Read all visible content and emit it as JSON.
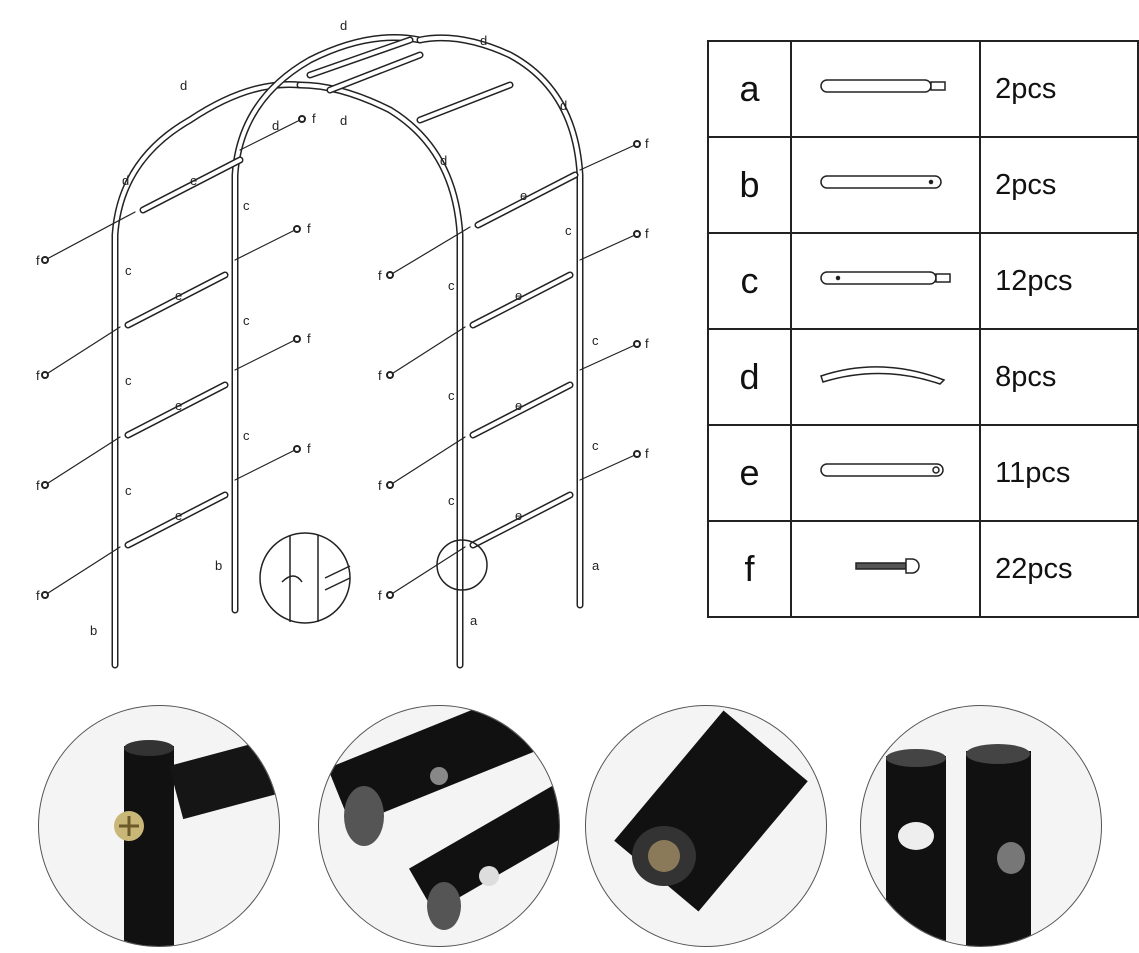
{
  "parts": [
    {
      "letter": "a",
      "qty": "2pcs",
      "icon": "tube-with-peg"
    },
    {
      "letter": "b",
      "qty": "2pcs",
      "icon": "tube-with-hole"
    },
    {
      "letter": "c",
      "qty": "12pcs",
      "icon": "tube-hole-and-peg"
    },
    {
      "letter": "d",
      "qty": "8pcs",
      "icon": "curved-tube"
    },
    {
      "letter": "e",
      "qty": "11pcs",
      "icon": "tube-with-ring"
    },
    {
      "letter": "f",
      "qty": "22pcs",
      "icon": "screw"
    }
  ],
  "photos": [
    "screw-joint-closeup",
    "tube-holes-closeup",
    "threaded-end-closeup",
    "tube-ends-closeup"
  ]
}
